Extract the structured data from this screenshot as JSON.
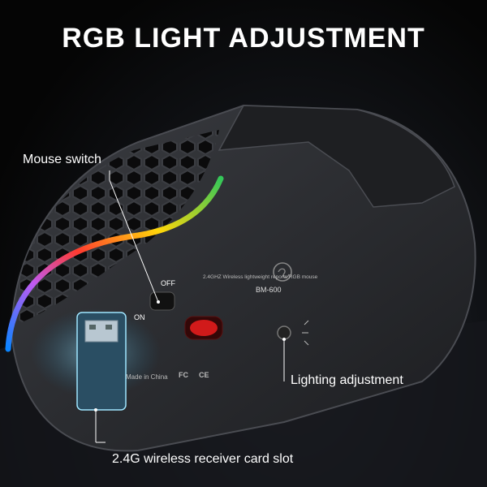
{
  "title": "RGB LIGHT ADJUSTMENT",
  "callouts": {
    "mouse_switch": "Mouse switch",
    "lighting_adjustment": "Lighting adjustment",
    "receiver_slot": "2.4G wireless receiver card slot"
  },
  "product": {
    "model": "BM-600",
    "wireless_note": "2.4GHZ Wireless lightweight reports RGB mouse",
    "switch_off": "OFF",
    "switch_on": "ON",
    "made_in": "Made in China",
    "marks": [
      "FC",
      "CE"
    ]
  },
  "colors": {
    "background": "#0a0b0d",
    "mouse_body": "#2b2d31",
    "rgb_strip": [
      "#ff3b30",
      "#ffd60a",
      "#34c759",
      "#0a84ff",
      "#bf5af2"
    ],
    "sensor": "#d11a1a",
    "receiver_glow": "#6fd3ff"
  }
}
